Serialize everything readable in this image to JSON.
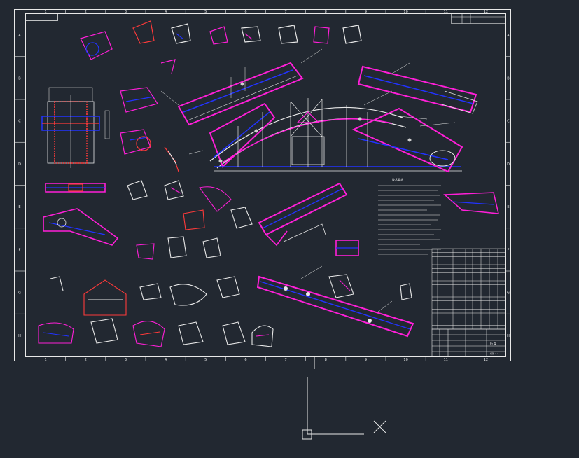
{
  "canvas": {
    "background": "#222831"
  },
  "colors": {
    "line": "#e8e8e8",
    "accent": "#ff1fd8",
    "steel": "#2233ff",
    "hatch": "#ff3a3a",
    "detail": "#cfcfcf"
  },
  "frame": {
    "column_numbers": [
      "1",
      "2",
      "3",
      "4",
      "5",
      "6",
      "7",
      "8",
      "9",
      "10",
      "11",
      "12"
    ],
    "row_letters": [
      "A",
      "B",
      "C",
      "D",
      "E",
      "F",
      "G",
      "H"
    ]
  },
  "title_block": {
    "drawing_name": "桁 架",
    "drawing_code": "桁架-1-1"
  },
  "notes": {
    "heading": "技术要求"
  },
  "ucs": {
    "icon": "ucs-axis-icon",
    "cursor": "crosshair-icon"
  }
}
